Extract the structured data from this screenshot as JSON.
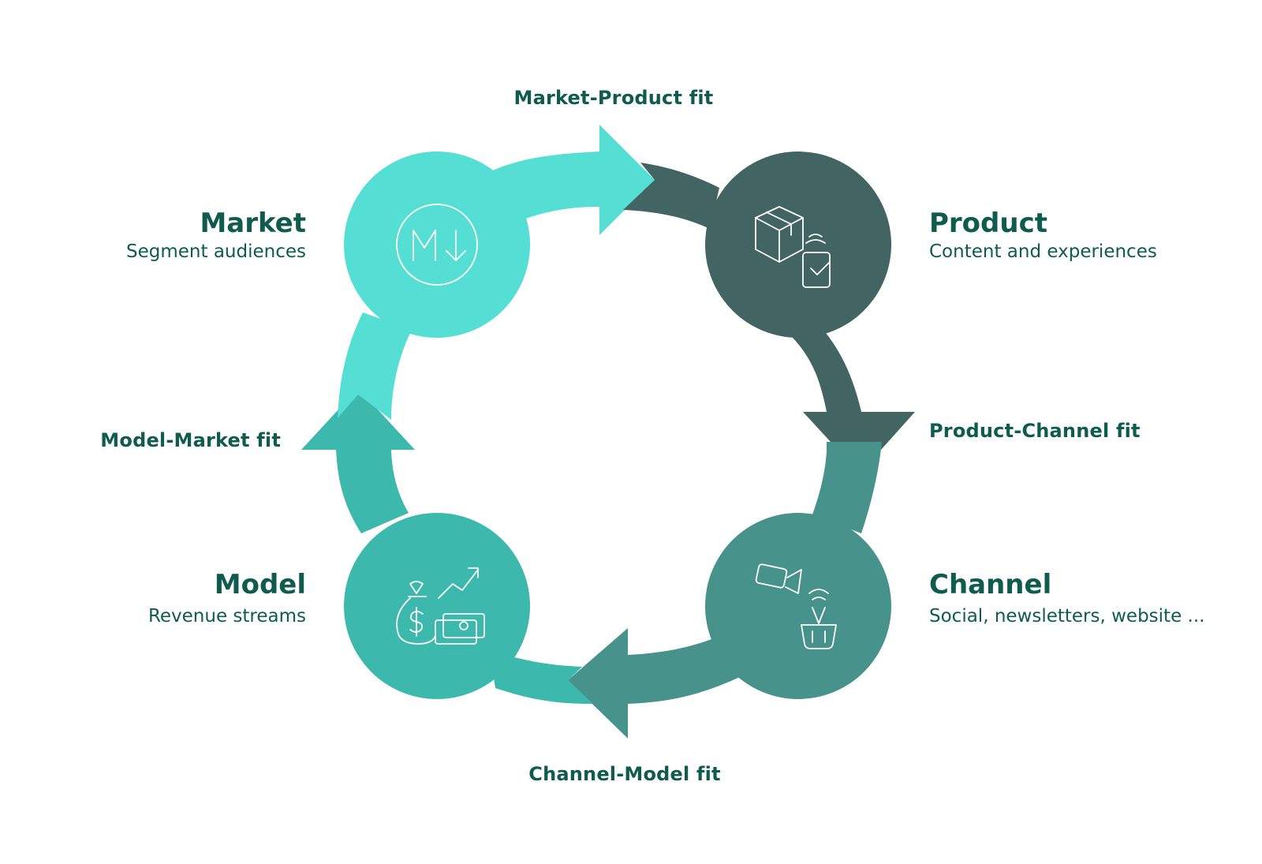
{
  "colors": {
    "market": "#55ded4",
    "product": "#426563",
    "channel": "#48928c",
    "model": "#3db8ad",
    "text": "#0f5c4e"
  },
  "nodes": {
    "market": {
      "title": "Market",
      "subtitle": "Segment audiences",
      "icon": "markdown-down-arrow-icon"
    },
    "product": {
      "title": "Product",
      "subtitle": "Content and experiences",
      "icon": "box-and-phone-icon"
    },
    "channel": {
      "title": "Channel",
      "subtitle": "Social, newsletters, website ...",
      "icon": "camera-and-basket-icon"
    },
    "model": {
      "title": "Model",
      "subtitle": "Revenue streams",
      "icon": "money-bag-and-growth-icon"
    }
  },
  "fits": {
    "market_product": "Market-Product fit",
    "product_channel": "Product-Channel fit",
    "channel_model": "Channel-Model fit",
    "model_market": "Model-Market fit"
  }
}
